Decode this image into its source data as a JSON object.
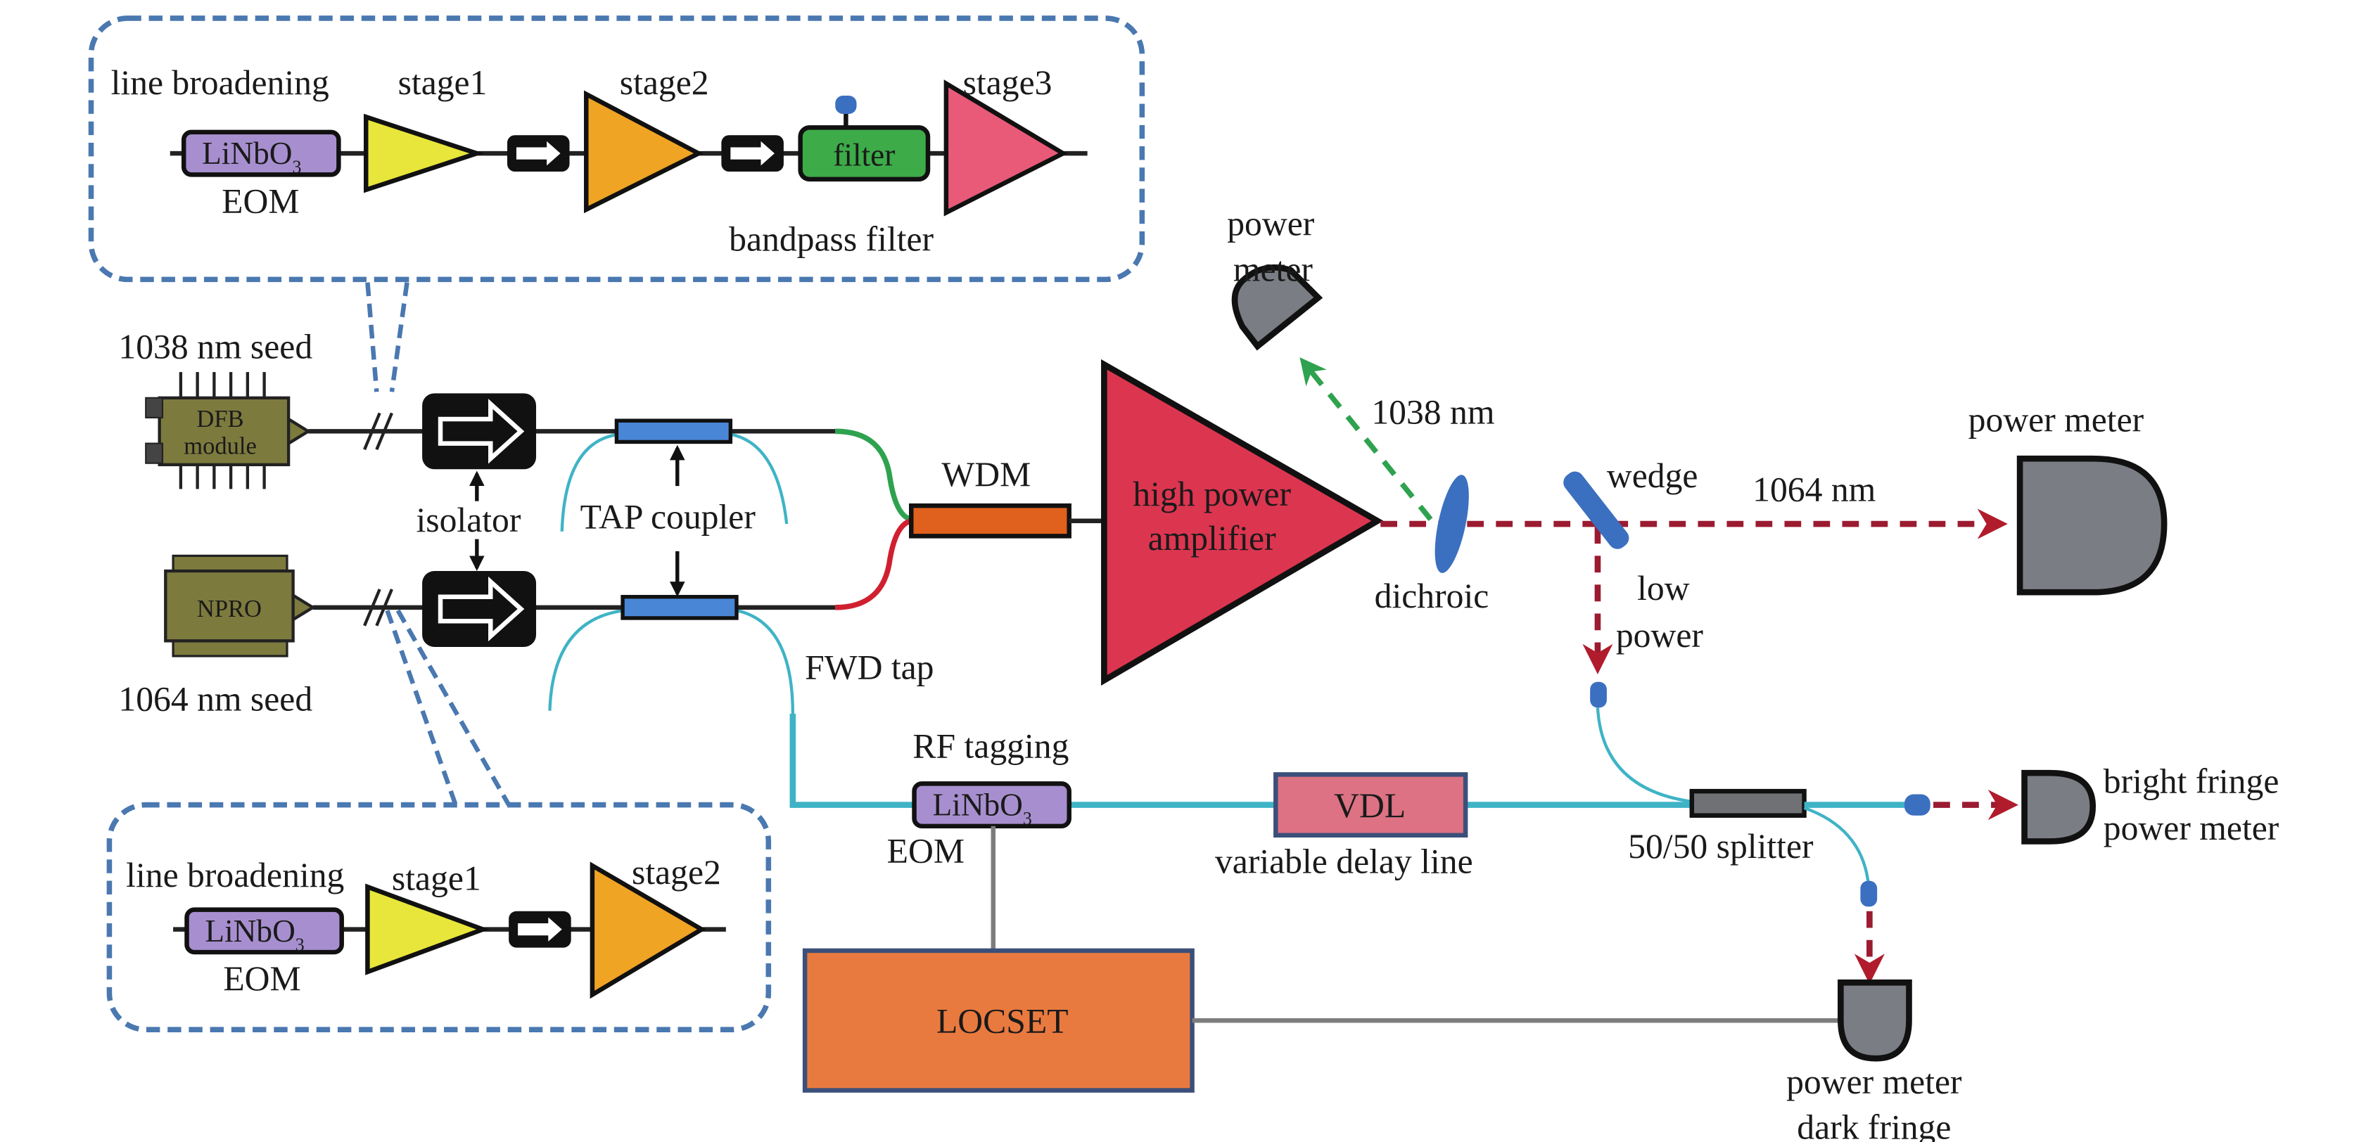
{
  "title": "Coherent beam combining experimental setup",
  "colors": {
    "inset_border": "#4a78b0",
    "eom": "#a78fcf",
    "stage1": "#e8e63a",
    "stage2": "#f0a424",
    "stage3": "#e85a78",
    "filter": "#3cab48",
    "seed_module": "#7d7a3e",
    "isolator": "#111111",
    "tap_coupler": "#4a86d6",
    "wdm": "#e0601e",
    "amplifier": "#dc3550",
    "optic": "#3b6fc0",
    "beam_1064": "#9b1b30",
    "beam_1038": "#2fa24f",
    "fiber_cyan": "#3fb3c6",
    "vdl": "#dc7283",
    "locset": "#e97a3f",
    "power_meter": "#7b7d84"
  },
  "top_inset": {
    "line_broadening": "line broadening",
    "eom_crystal": "LiNbO",
    "eom_subscript": "3",
    "eom_label": "EOM",
    "stage1": "stage1",
    "stage2": "stage2",
    "stage3": "stage3",
    "filter": "filter",
    "bandpass_filter": "bandpass filter"
  },
  "bottom_inset": {
    "line_broadening": "line broadening",
    "eom_crystal": "LiNbO",
    "eom_subscript": "3",
    "eom_label": "EOM",
    "stage1": "stage1",
    "stage2": "stage2"
  },
  "seeds": {
    "seed_1038_label": "1038 nm seed",
    "dfb_line1": "DFB",
    "dfb_line2": "module",
    "seed_1064_label": "1064 nm seed",
    "npro": "NPRO"
  },
  "labels": {
    "isolator": "isolator",
    "tap_coupler": "TAP coupler",
    "wdm": "WDM",
    "fwd_tap": "FWD tap",
    "amplifier_line1": "high power",
    "amplifier_line2": "amplifier",
    "power_meter_top_line1": "power",
    "power_meter_top_line2": "meter",
    "wavelength_1038": "1038 nm",
    "dichroic": "dichroic",
    "wedge": "wedge",
    "wavelength_1064": "1064 nm",
    "power_meter_right": "power meter",
    "low_line1": "low",
    "low_line2": "power",
    "rf_tagging": "RF tagging",
    "rf_eom_crystal": "LiNbO",
    "rf_eom_subscript": "3",
    "rf_eom_label": "EOM",
    "vdl": "VDL",
    "vdl_desc": "variable delay line",
    "splitter": "50/50 splitter",
    "bright_line1": "bright fringe",
    "bright_line2": "power meter",
    "locset": "LOCSET",
    "dark_line1": "power meter",
    "dark_line2": "dark fringe"
  }
}
